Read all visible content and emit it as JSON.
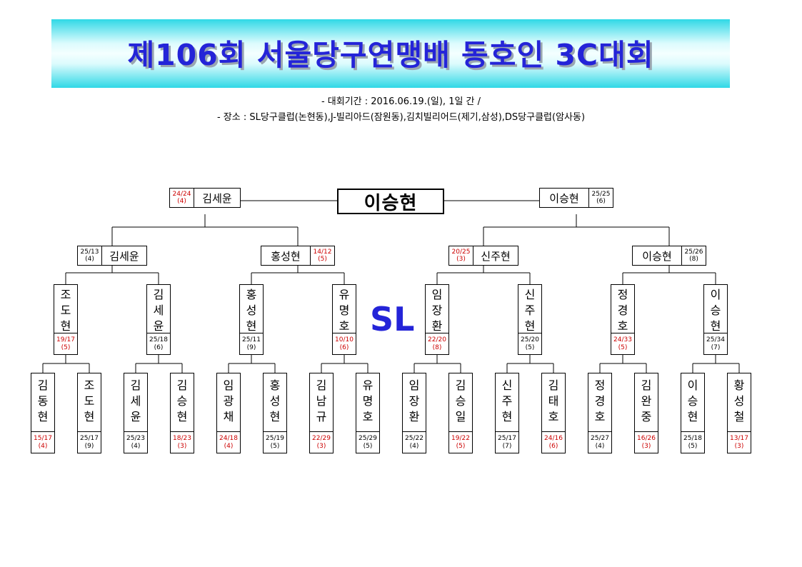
{
  "title": "제106회 서울당구연맹배 동호인 3C대회",
  "info_period": "- 대회기간 : 2016.06.19.(일), 1일 간 /",
  "info_venue": "- 장소 : SL당구클럽(논현동),J-빌리아드(잠원동),김치빌리어드(제기,삼성),DS당구클럽(암사동)",
  "champion": "이승현",
  "venue_mark": "SL",
  "colors": {
    "title": "#2424d8",
    "loss_score": "#cc0000"
  },
  "semifinal": [
    {
      "name": "김세윤",
      "score": "24/24",
      "sub": "(4)",
      "lost": true
    },
    {
      "name": "이승현",
      "score": "25/25",
      "sub": "(6)",
      "lost": false
    }
  ],
  "quarterfinal": [
    {
      "name": "김세윤",
      "score": "25/13",
      "sub": "(4)",
      "lost": false
    },
    {
      "name": "홍성현",
      "score": "14/12",
      "sub": "(5)",
      "lost": true
    },
    {
      "name": "신주현",
      "score": "20/25",
      "sub": "(3)",
      "lost": true
    },
    {
      "name": "이승현",
      "score": "25/26",
      "sub": "(8)",
      "lost": false
    }
  ],
  "round16": [
    {
      "name": "조도현",
      "score": "19/17",
      "sub": "(5)",
      "lost": true
    },
    {
      "name": "김세윤",
      "score": "25/18",
      "sub": "(6)",
      "lost": false
    },
    {
      "name": "홍성현",
      "score": "25/11",
      "sub": "(9)",
      "lost": false
    },
    {
      "name": "유명호",
      "score": "10/10",
      "sub": "(6)",
      "lost": true
    },
    {
      "name": "임장환",
      "score": "22/20",
      "sub": "(8)",
      "lost": true
    },
    {
      "name": "신주현",
      "score": "25/20",
      "sub": "(5)",
      "lost": false
    },
    {
      "name": "정경호",
      "score": "24/33",
      "sub": "(5)",
      "lost": true
    },
    {
      "name": "이승현",
      "score": "25/34",
      "sub": "(7)",
      "lost": false
    }
  ],
  "round32": [
    {
      "name": "김동현",
      "score": "15/17",
      "sub": "(4)",
      "lost": true
    },
    {
      "name": "조도현",
      "score": "25/17",
      "sub": "(9)",
      "lost": false
    },
    {
      "name": "김세윤",
      "score": "25/23",
      "sub": "(4)",
      "lost": false
    },
    {
      "name": "김승현",
      "score": "18/23",
      "sub": "(3)",
      "lost": true
    },
    {
      "name": "임광채",
      "score": "24/18",
      "sub": "(4)",
      "lost": true
    },
    {
      "name": "홍성현",
      "score": "25/19",
      "sub": "(5)",
      "lost": false
    },
    {
      "name": "김남규",
      "score": "22/29",
      "sub": "(3)",
      "lost": true
    },
    {
      "name": "유명호",
      "score": "25/29",
      "sub": "(5)",
      "lost": false
    },
    {
      "name": "임장환",
      "score": "25/22",
      "sub": "(4)",
      "lost": false
    },
    {
      "name": "김승일",
      "score": "19/22",
      "sub": "(5)",
      "lost": true
    },
    {
      "name": "신주현",
      "score": "25/17",
      "sub": "(7)",
      "lost": false
    },
    {
      "name": "김태호",
      "score": "24/16",
      "sub": "(6)",
      "lost": true
    },
    {
      "name": "정경호",
      "score": "25/27",
      "sub": "(4)",
      "lost": false
    },
    {
      "name": "김완중",
      "score": "16/26",
      "sub": "(3)",
      "lost": true
    },
    {
      "name": "이승현",
      "score": "25/18",
      "sub": "(5)",
      "lost": false
    },
    {
      "name": "황성철",
      "score": "13/17",
      "sub": "(3)",
      "lost": true
    }
  ]
}
